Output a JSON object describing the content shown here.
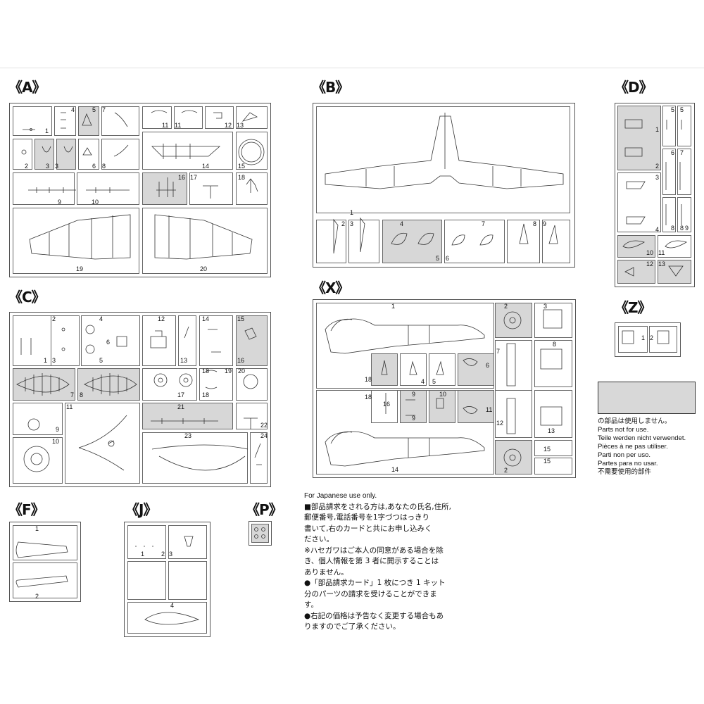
{
  "groups": {
    "A": "《A》",
    "B": "《B》",
    "C": "《C》",
    "D": "《D》",
    "X": "《X》",
    "Z": "《Z》",
    "F": "《F》",
    "J": "《J》",
    "P": "《P》"
  },
  "part_numbers": {
    "A": [
      "1",
      "4",
      "5",
      "7",
      "11",
      "11",
      "12",
      "13",
      "2",
      "3",
      "3",
      "6",
      "8",
      "14",
      "15",
      "9",
      "10",
      "16",
      "17",
      "18",
      "19",
      "20"
    ],
    "B": [
      "1",
      "2",
      "3",
      "4",
      "5",
      "6",
      "7",
      "8",
      "9"
    ],
    "C": [
      "1",
      "2",
      "3",
      "4",
      "5",
      "6",
      "12",
      "13",
      "14",
      "15",
      "16",
      "7",
      "8",
      "17",
      "18",
      "18",
      "19",
      "20",
      "9",
      "11",
      "21",
      "22",
      "10",
      "23",
      "24"
    ],
    "D": [
      "1",
      "2",
      "3",
      "4",
      "5",
      "5",
      "6",
      "7",
      "8",
      "8",
      "9",
      "10",
      "11",
      "12",
      "13"
    ],
    "X": [
      "1",
      "2",
      "3",
      "4",
      "5",
      "6",
      "7",
      "8",
      "9",
      "9",
      "10",
      "11",
      "12",
      "13",
      "14",
      "15",
      "15",
      "16",
      "18",
      "18",
      "2"
    ],
    "Z": [
      "1",
      "2"
    ],
    "F": [
      "1",
      "2"
    ],
    "J": [
      "1",
      "2",
      "3",
      "4"
    ]
  },
  "legend": {
    "lines": [
      "の部品は使用しません。",
      "Parts not for use.",
      "Teile werden nicht verwendet.",
      "Pièces à ne pas utiliser.",
      "Parti non per uso.",
      "Partes para no usar.",
      "不需要使用的部件"
    ]
  },
  "japanese_note": {
    "header": "For Japanese use only.",
    "lines": [
      "■部品請求をされる方は,あなたの氏名,住所,",
      "郵便番号,電話番号を1字づつはっきり",
      "書いて,右のカードと共にお申し込みく",
      "ださい。",
      "※ハセガワはご本人の同意がある場合を除",
      "き、個人情報を第 3 者に開示することは",
      "ありません。",
      "●「部品請求カード」1 枚につき 1 キット",
      "分のパーツの請求を受けることができま",
      "す。",
      "●右記の価格は予告なく変更する場合もあ",
      "りますのでご了承ください。"
    ]
  },
  "colors": {
    "unused_fill": "#d7d7d7",
    "line": "#555555"
  }
}
